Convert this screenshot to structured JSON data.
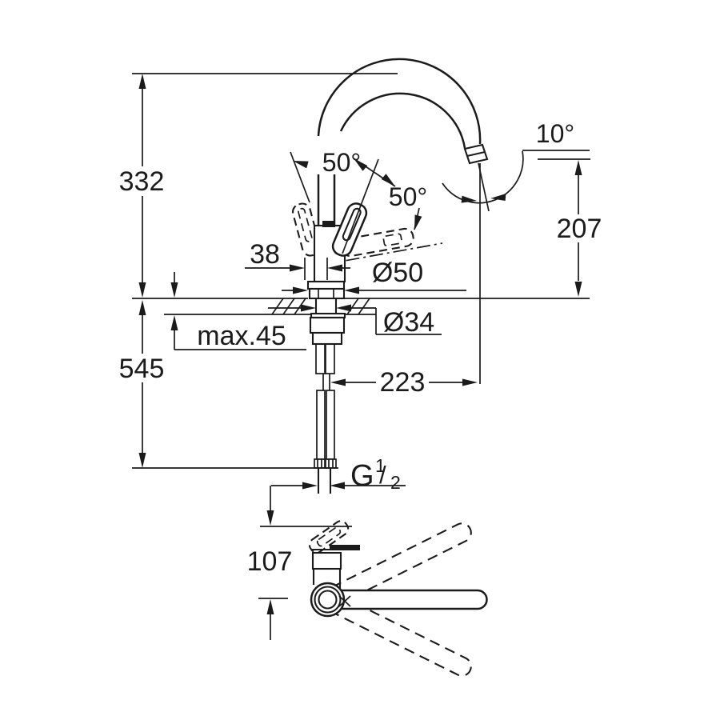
{
  "drawing": {
    "kind": "technical-dimension-drawing",
    "subject": "single-lever kitchen sink mixer tap, side elevation with mounting detail and plan view of swivel spout",
    "line_color": "#1b1b1b",
    "background_color": "#ffffff",
    "dims": {
      "height_to_spout_top": "332",
      "total_height_with_hoses": "545",
      "body_offset": "38",
      "max_mounting_thickness": "max.45",
      "base_diameter": "Ø50",
      "shank_diameter": "Ø34",
      "spout_reach": "223",
      "outlet_height": "207",
      "handle_swing_back": "50°",
      "handle_swing_front": "50°",
      "outlet_angle": "10°",
      "plan_body_depth": "107"
    },
    "thread": {
      "letter": "G",
      "numerator": "1",
      "slash": "/",
      "denominator": "2"
    }
  }
}
